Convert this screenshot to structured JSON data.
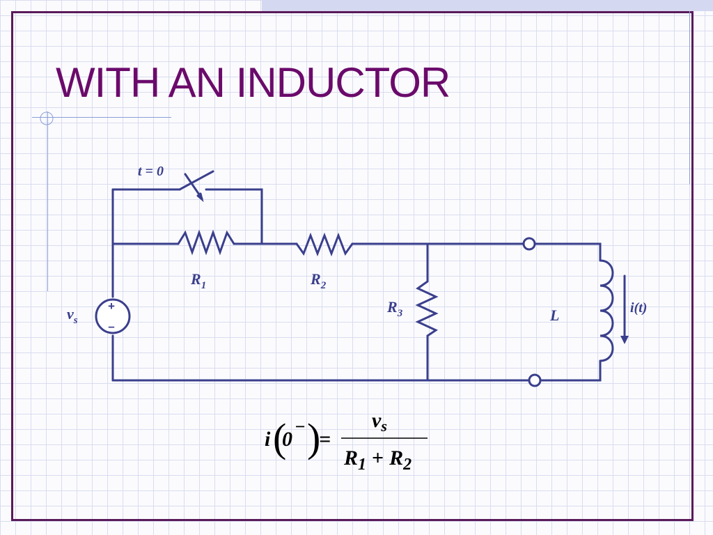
{
  "slide": {
    "title": "WITH AN INDUCTOR"
  },
  "circuit": {
    "switch_label": "t = 0",
    "r1_label": "R",
    "r1_sub": "1",
    "r2_label": "R",
    "r2_sub": "2",
    "r3_label": "R",
    "r3_sub": "3",
    "source_label": "v",
    "source_sub": "s",
    "source_plus": "+",
    "source_minus": "–",
    "inductor_label": "L",
    "current_label": "i(t)"
  },
  "equation": {
    "lhs_var": "i",
    "lhs_arg": "0",
    "lhs_sup": "−",
    "equals": "=",
    "num_var": "v",
    "num_sub": "s",
    "den_r1": "R",
    "den_r1_sub": "1",
    "den_plus": "+",
    "den_r2": "R",
    "den_r2_sub": "2"
  },
  "colors": {
    "title": "#6b0a6b",
    "frame": "#5a1a5a",
    "wire": "#3a3f8c"
  }
}
